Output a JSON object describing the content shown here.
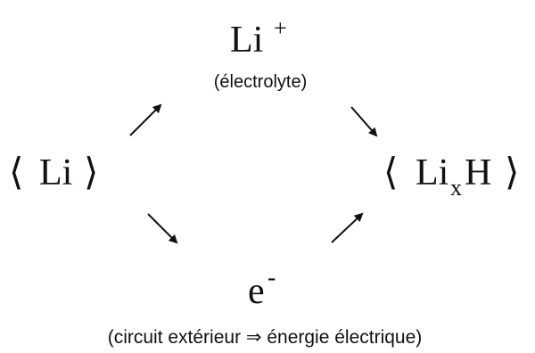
{
  "top": {
    "species": "Li",
    "charge": "+",
    "medium": "(électrolyte)"
  },
  "left": {
    "open": "⟨",
    "species": "Li",
    "close": "⟩"
  },
  "right": {
    "open": "⟨",
    "element1": "Li",
    "subscript": "x",
    "element2": "H",
    "close": "⟩"
  },
  "bottom": {
    "species": "e",
    "charge": "-",
    "caption": "(circuit extérieur ⇒ énergie électrique)"
  }
}
